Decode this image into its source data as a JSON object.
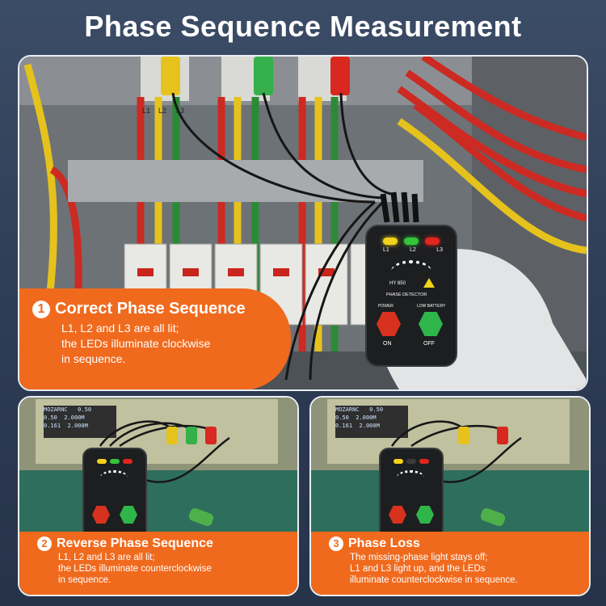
{
  "title": "Phase Sequence Measurement",
  "device": {
    "led_labels": [
      "L1",
      "L2",
      "L3"
    ],
    "model": "HY 850",
    "name": "PHASE DETECTOR",
    "power_label": "POWER",
    "low_battery_label": "LOW BATTERY",
    "on_label": "ON",
    "off_label": "OFF"
  },
  "terminal_labels": [
    "L1",
    "L2",
    "L3"
  ],
  "meter": {
    "brand": "MOZARNC",
    "readings": [
      "0.50",
      "0.50",
      "2.000M",
      "0.161",
      "2.000M"
    ]
  },
  "panels": [
    {
      "number": "1",
      "heading": "Correct Phase Sequence",
      "lines": [
        "L1, L2 and L3 are all lit;",
        "the LEDs illuminate clockwise",
        "in sequence."
      ]
    },
    {
      "number": "2",
      "heading": "Reverse Phase Sequence",
      "lines": [
        "L1, L2 and L3 are all lit;",
        "the LEDs illuminate counterclockwise",
        "in sequence."
      ]
    },
    {
      "number": "3",
      "heading": "Phase Loss",
      "lines": [
        "The missing-phase light stays off;",
        "L1 and L3 light up, and the LEDs",
        "illuminate counterclockwise in sequence."
      ]
    }
  ],
  "colors": {
    "accent_orange": "#f06a1e",
    "led_yellow": "#f2d21a",
    "led_green": "#35c43c",
    "led_red": "#e0261f",
    "power_red": "#d8321e",
    "battery_green": "#2fb64a"
  }
}
